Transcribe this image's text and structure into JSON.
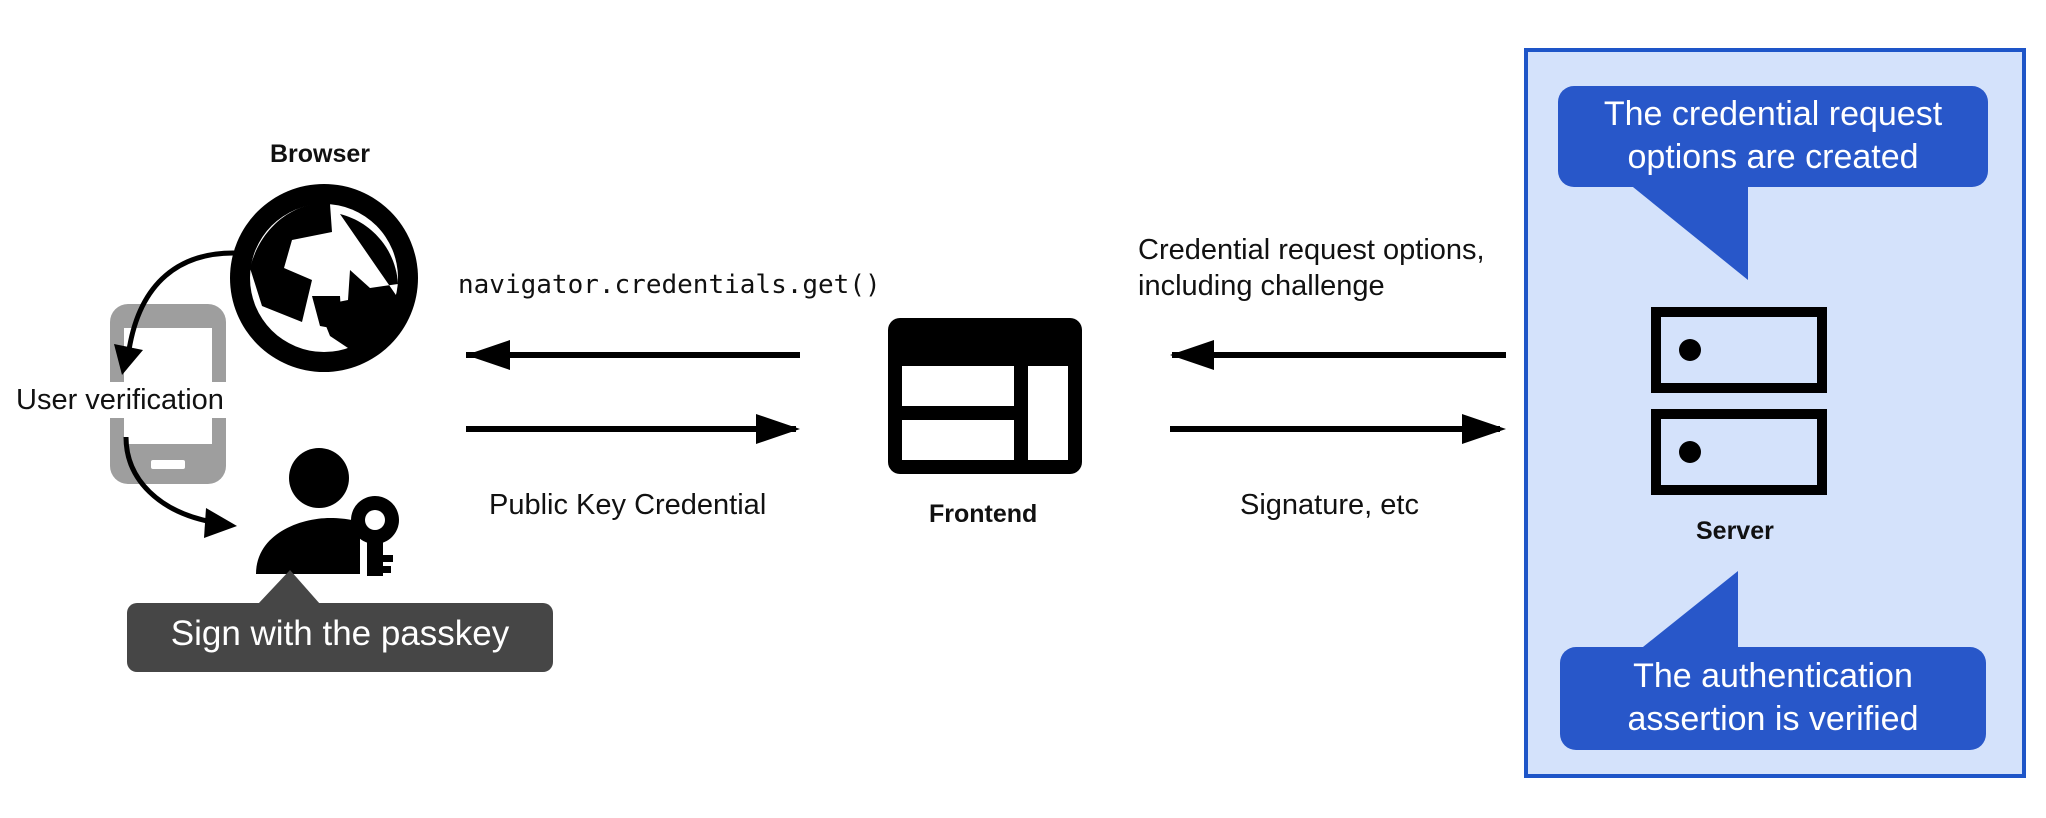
{
  "browser": {
    "label": "Browser"
  },
  "user": {
    "verification_label": "User verification"
  },
  "passkey": {
    "label": "Sign with the passkey"
  },
  "frontend": {
    "label": "Frontend"
  },
  "server": {
    "label": "Server",
    "top_callout": [
      "The credential request",
      "options are created"
    ],
    "bottom_callout": [
      "The authentication",
      "assertion is verified"
    ]
  },
  "arrows": {
    "browser_call": "navigator.credentials.get()",
    "public_key": "Public Key Credential",
    "options": [
      "Credential request options,",
      "including challenge"
    ],
    "signature": "Signature, etc"
  },
  "colors": {
    "server_panel_bg": "#d4e2fb",
    "server_panel_border": "#1e55c8",
    "callout_blue": "#2857c9",
    "passkey_dark": "#464646",
    "phone_gray": "#9e9e9e",
    "ink": "#000000"
  },
  "icons": [
    "globe-icon",
    "phone-icon",
    "user-key-icon",
    "browser-window-icon",
    "server-icon"
  ]
}
